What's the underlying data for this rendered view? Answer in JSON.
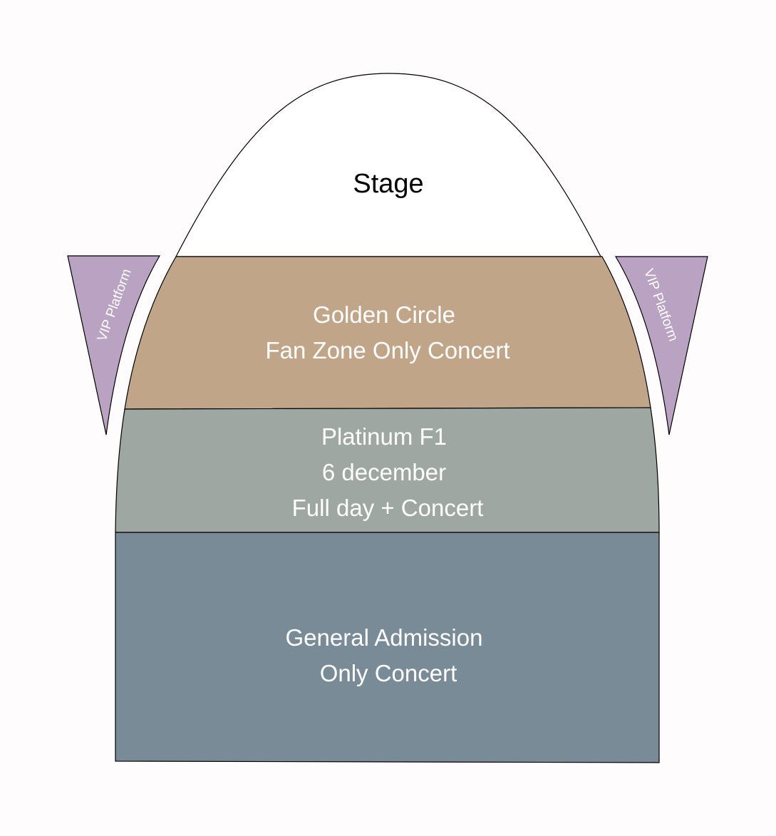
{
  "stage": {
    "label": "Stage",
    "color": "#ffffff"
  },
  "zones": {
    "golden": {
      "lines": [
        "Golden Circle",
        "Fan Zone Only Concert"
      ],
      "color": "#c0a588"
    },
    "platinum": {
      "lines": [
        "Platinum F1",
        "6 december",
        "Full day + Concert"
      ],
      "color": "#9ea7a1"
    },
    "general": {
      "lines": [
        "General Admission",
        "Only Concert"
      ],
      "color": "#7a8b98"
    }
  },
  "vip": {
    "left": {
      "label": "VIP Platform"
    },
    "right": {
      "label": "VIP Platform"
    },
    "color": "#b9a2c2"
  }
}
